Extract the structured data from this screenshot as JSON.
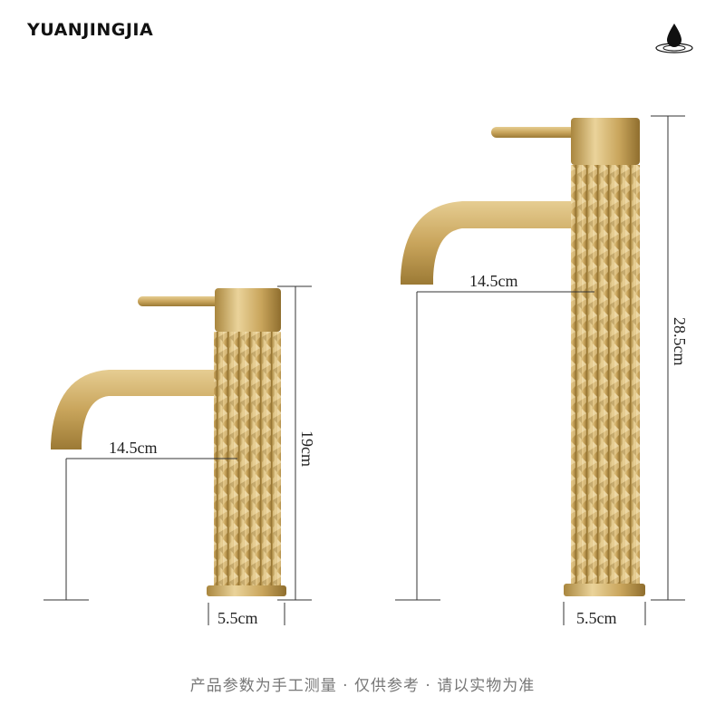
{
  "brand": "YUANJINGJIA",
  "icons": {
    "logo_mark": "water-drop-icon"
  },
  "colors": {
    "brass": "#c9a55c",
    "brass_dark": "#9c7a35",
    "brass_light": "#ead39a",
    "line": "#333333"
  },
  "short_faucet": {
    "spout_reach": "14.5cm",
    "height": "19cm",
    "base_diameter": "5.5cm"
  },
  "tall_faucet": {
    "spout_reach": "14.5cm",
    "height": "28.5cm",
    "base_diameter": "5.5cm"
  },
  "footer_note": "产品参数为手工测量 · 仅供参考 · 请以实物为准"
}
